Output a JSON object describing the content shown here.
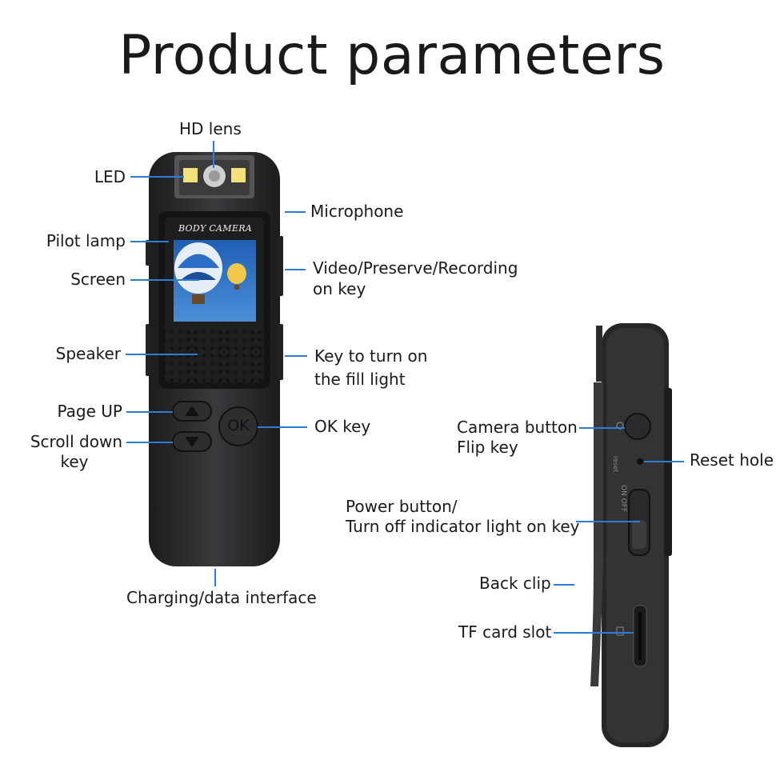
{
  "title": "Product parameters",
  "device_screen": {
    "brand_text": "BODY CAMERA"
  },
  "buttons": {
    "ok_text": "OK"
  },
  "side_markings": {
    "reset_text": "reset",
    "switch_text": "ON OFF"
  },
  "labels": {
    "hd_lens": "HD lens",
    "led": "LED",
    "microphone": "Microphone",
    "pilot_lamp": "Pilot lamp",
    "video_key_1": "Video/Preserve/Recording",
    "video_key_2": "on key",
    "screen": "Screen",
    "speaker": "Speaker",
    "fill_light_1": "Key to turn on",
    "fill_light_2": "the fill light",
    "page_up": "Page UP",
    "ok_key": "OK key",
    "scroll_down_1": "Scroll down",
    "scroll_down_2": "key",
    "charging": "Charging/data interface",
    "camera_button_1": "Camera button",
    "camera_button_2": "Flip key",
    "reset_hole": "Reset hole",
    "power_button_1": "Power button/",
    "power_button_2": "Turn off indicator light on key",
    "back_clip": "Back clip",
    "tf_card": "TF card slot"
  },
  "colors": {
    "leader_line": "#2a7fd4",
    "device_body": "#2b2b2d",
    "led": "#f3e27a"
  }
}
